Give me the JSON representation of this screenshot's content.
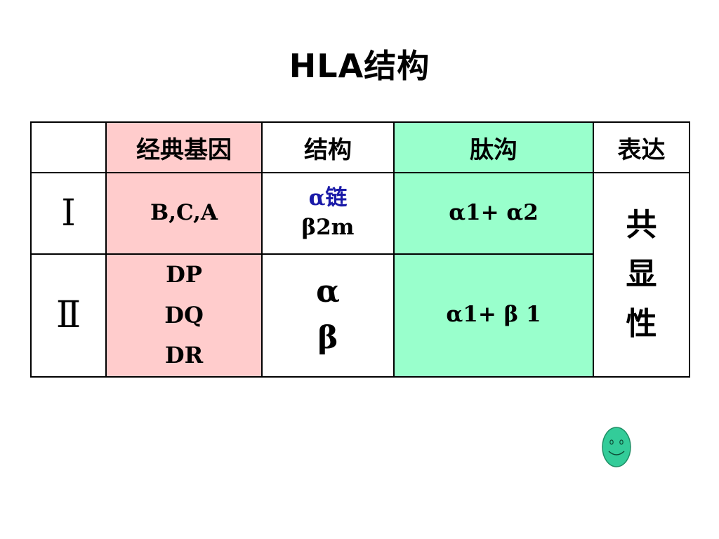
{
  "title": "HLA结构",
  "table": {
    "headers": [
      "",
      "经典基因",
      "结构",
      "肽沟",
      "表达"
    ],
    "rows": [
      {
        "class_label": "Ⅰ",
        "genes": [
          "B,C,A"
        ],
        "structure": [
          "α链",
          "β2m"
        ],
        "groove": "α1+ α2"
      },
      {
        "class_label": "Ⅱ",
        "genes": [
          "DP",
          "DQ",
          "DR"
        ],
        "structure": [
          "α",
          "β"
        ],
        "groove": "α1+ β 1"
      }
    ],
    "expression": [
      "共",
      "显",
      "性"
    ]
  },
  "colors": {
    "pink": "#ffcccc",
    "green": "#99ffcc",
    "blue_text": "#1a1aa8",
    "smiley_fill": "#33cc99"
  },
  "icons": [
    "smiley-face-icon"
  ]
}
